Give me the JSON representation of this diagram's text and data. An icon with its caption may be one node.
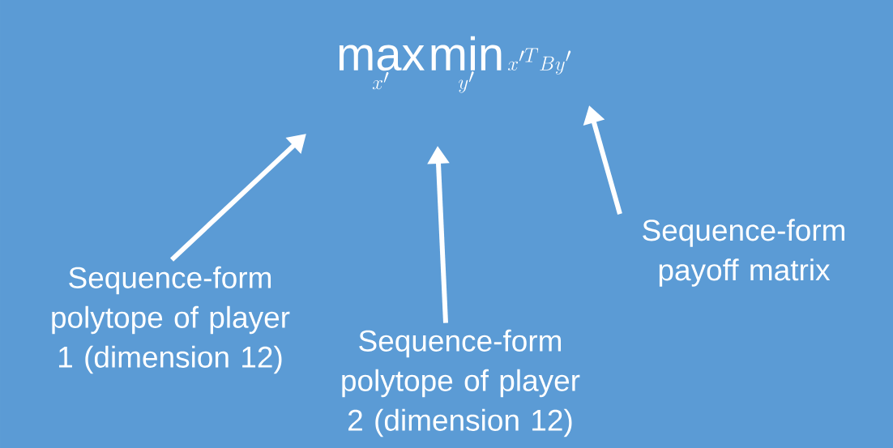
{
  "diagram": {
    "nodes": [
      {
        "text": [
          "Sequence-form polytope of player 1 (dimension 12)"
        ]
      },
      {
        "text": [
          "Sequence-form polytope of player 2 (dimension 12)"
        ]
      },
      {
        "text": [
          "Sequence-form payoff matrix"
        ]
      }
    ],
    "edges": [
      {
        "from": 0,
        "to": null,
        "arrow": "to"
      },
      {
        "from": 1,
        "to": null,
        "arrow": "to"
      },
      {
        "from": 2,
        "to": null,
        "arrow": "to"
      }
    ],
    "labels": [
      "\\max_{x'}\\min_{y'} x'^T B y'"
    ]
  }
}
